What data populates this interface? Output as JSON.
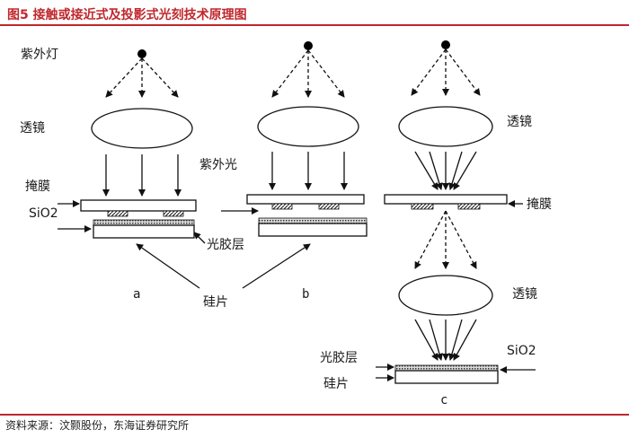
{
  "title": "图5 接触或接近式及投影式光刻技术原理图",
  "source": "资料来源：汶颢股份，东海证券研究所",
  "labels": {
    "uv_lamp": "紫外灯",
    "lens": "透镜",
    "uv_light": "紫外光",
    "mask": "掩膜",
    "sio2": "SiO2",
    "photoresist": "光胶层",
    "wafer": "硅片"
  },
  "panels": [
    "a",
    "b",
    "c"
  ]
}
